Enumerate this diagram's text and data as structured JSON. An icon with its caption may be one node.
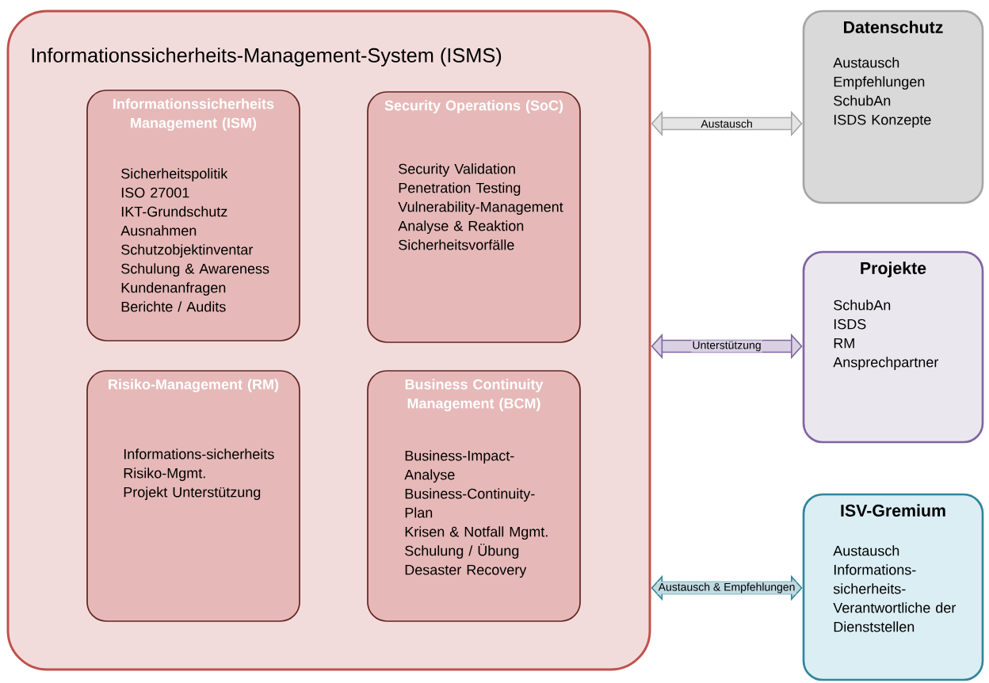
{
  "diagram": {
    "nodes": [
      {
        "text": [
          "Informationssicherheits-Management-System (ISMS)"
        ]
      },
      {
        "text": [
          "Informationssicherheits Management (ISM)",
          "Sicherheitspolitik",
          "ISO 27001",
          "IKT-Grundschutz",
          "Ausnahmen",
          "Schutzobjektinventar",
          "Schulung & Awareness",
          "Kundenanfragen",
          "Berichte / Audits"
        ],
        "in": 0
      },
      {
        "text": [
          "Security Operations (SoC)",
          "Security Validation",
          "Penetration Testing",
          "Vulnerability-Management",
          "Analyse & Reaktion",
          "Sicherheitsvorfälle"
        ],
        "in": 0
      },
      {
        "text": [
          "Risiko-Management (RM)",
          "Informations-sicherheits Risiko-Mgmt.",
          "Projekt Unterstützung"
        ],
        "in": 0
      },
      {
        "text": [
          "Business Continuity Management (BCM)",
          "Business-Impact-Analyse",
          "Business-Continuity-Plan",
          "Krisen & Notfall Mgmt.",
          "Schulung / Übung",
          "Desaster Recovery"
        ],
        "in": 0
      },
      {
        "text": [
          "Datenschutz",
          "Austausch",
          "Empfehlungen",
          "SchubAn",
          "ISDS Konzepte"
        ]
      },
      {
        "text": [
          "Projekte",
          "SchubAn",
          "ISDS",
          "RM",
          "Ansprechpartner"
        ]
      },
      {
        "text": [
          "ISV-Gremium",
          "Austausch",
          "Informations-sicherheits-Verantwortliche der Dienststellen"
        ]
      }
    ],
    "edges": [
      {
        "from": 0,
        "to": 5,
        "arrow": "both",
        "label": "Austausch",
        "color": "#a6a6a6"
      },
      {
        "from": 0,
        "to": 6,
        "arrow": "both",
        "label": "Unterstützung",
        "color": "#8064a2"
      },
      {
        "from": 0,
        "to": 7,
        "arrow": "both",
        "label": "Austausch & Empfehlungen",
        "color": "#31859c"
      }
    ]
  }
}
